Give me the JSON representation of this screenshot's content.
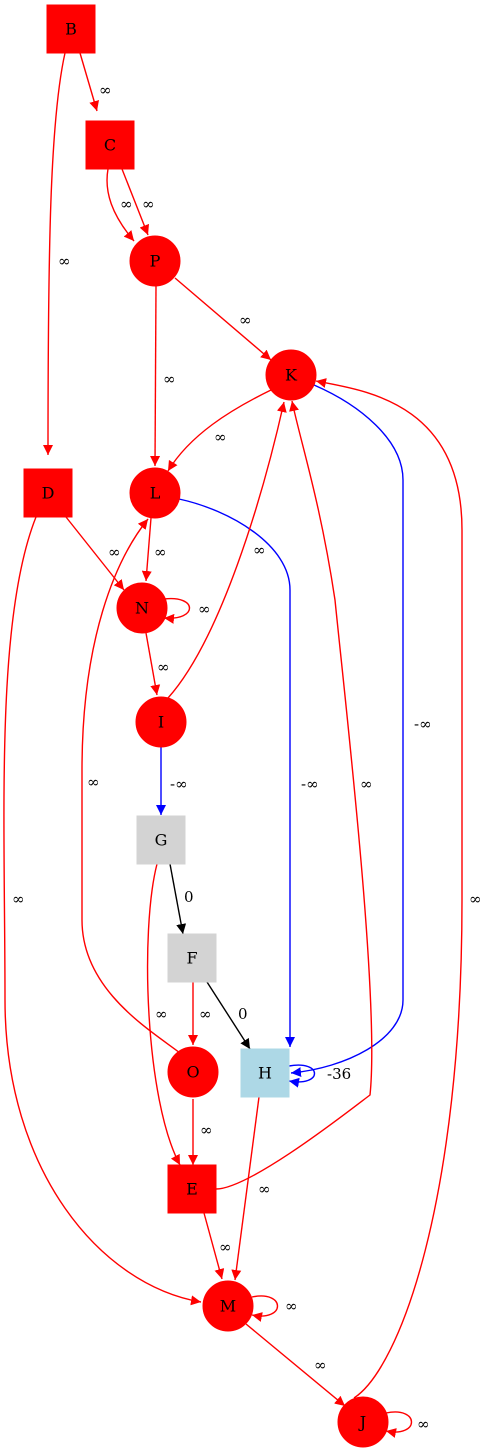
{
  "colors": {
    "red": "#ff0000",
    "blue": "#0000ff",
    "black": "#000000",
    "gray": "#d3d3d3",
    "lightblue": "#add8e6"
  },
  "nodes": {
    "B": {
      "label": "B",
      "shape": "box",
      "fill": "red"
    },
    "C": {
      "label": "C",
      "shape": "box",
      "fill": "red"
    },
    "P": {
      "label": "P",
      "shape": "circle",
      "fill": "red"
    },
    "K": {
      "label": "K",
      "shape": "circle",
      "fill": "red"
    },
    "D": {
      "label": "D",
      "shape": "box",
      "fill": "red"
    },
    "L": {
      "label": "L",
      "shape": "circle",
      "fill": "red"
    },
    "N": {
      "label": "N",
      "shape": "circle",
      "fill": "red"
    },
    "I": {
      "label": "I",
      "shape": "circle",
      "fill": "red"
    },
    "G": {
      "label": "G",
      "shape": "box",
      "fill": "gray"
    },
    "F": {
      "label": "F",
      "shape": "box",
      "fill": "gray"
    },
    "O": {
      "label": "O",
      "shape": "circle",
      "fill": "red"
    },
    "H": {
      "label": "H",
      "shape": "box",
      "fill": "lightblue"
    },
    "E": {
      "label": "E",
      "shape": "box",
      "fill": "red"
    },
    "M": {
      "label": "M",
      "shape": "circle",
      "fill": "red"
    },
    "J": {
      "label": "J",
      "shape": "circle",
      "fill": "red"
    }
  },
  "edges": [
    {
      "from": "B",
      "to": "C",
      "label": "∞",
      "color": "red"
    },
    {
      "from": "B",
      "to": "D",
      "label": "∞",
      "color": "red"
    },
    {
      "from": "C",
      "to": "P",
      "label": "∞",
      "color": "red"
    },
    {
      "from": "C",
      "to": "P",
      "label": "∞",
      "color": "red"
    },
    {
      "from": "P",
      "to": "K",
      "label": "∞",
      "color": "red"
    },
    {
      "from": "P",
      "to": "L",
      "label": "∞",
      "color": "red"
    },
    {
      "from": "K",
      "to": "L",
      "label": "∞",
      "color": "red"
    },
    {
      "from": "K",
      "to": "H",
      "label": "-∞",
      "color": "blue"
    },
    {
      "from": "L",
      "to": "N",
      "label": "∞",
      "color": "red"
    },
    {
      "from": "L",
      "to": "H",
      "label": "-∞",
      "color": "blue"
    },
    {
      "from": "D",
      "to": "N",
      "label": "∞",
      "color": "red"
    },
    {
      "from": "D",
      "to": "M",
      "label": "∞",
      "color": "red"
    },
    {
      "from": "N",
      "to": "N",
      "label": "∞",
      "color": "red"
    },
    {
      "from": "N",
      "to": "I",
      "label": "∞",
      "color": "red"
    },
    {
      "from": "I",
      "to": "K",
      "label": "∞",
      "color": "red"
    },
    {
      "from": "I",
      "to": "G",
      "label": "-∞",
      "color": "blue"
    },
    {
      "from": "G",
      "to": "F",
      "label": "0",
      "color": "black"
    },
    {
      "from": "G",
      "to": "E",
      "label": "∞",
      "color": "red"
    },
    {
      "from": "F",
      "to": "O",
      "label": "∞",
      "color": "red"
    },
    {
      "from": "F",
      "to": "H",
      "label": "0",
      "color": "black"
    },
    {
      "from": "O",
      "to": "L",
      "label": "∞",
      "color": "red"
    },
    {
      "from": "O",
      "to": "E",
      "label": "∞",
      "color": "red"
    },
    {
      "from": "H",
      "to": "H",
      "label": "-36",
      "color": "blue"
    },
    {
      "from": "H",
      "to": "M",
      "label": "∞",
      "color": "red"
    },
    {
      "from": "E",
      "to": "K",
      "label": "∞",
      "color": "red"
    },
    {
      "from": "E",
      "to": "M",
      "label": "∞",
      "color": "red"
    },
    {
      "from": "M",
      "to": "M",
      "label": "∞",
      "color": "red"
    },
    {
      "from": "M",
      "to": "J",
      "label": "∞",
      "color": "red"
    },
    {
      "from": "J",
      "to": "J",
      "label": "∞",
      "color": "red"
    },
    {
      "from": "J",
      "to": "K",
      "label": "∞",
      "color": "red"
    }
  ]
}
